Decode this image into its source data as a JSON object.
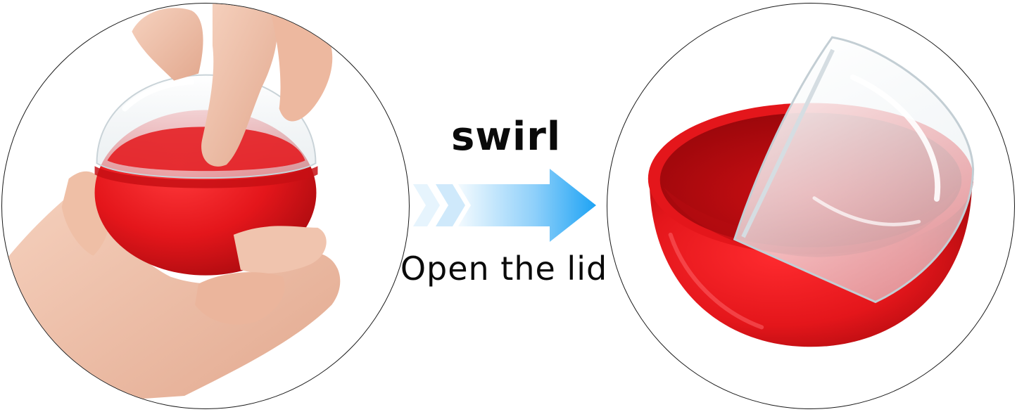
{
  "captions": {
    "top": "swirl",
    "bottom": "Open the lid"
  },
  "photos": {
    "left": {
      "subject": "hand-holding-closed-red-capsule-ball"
    },
    "right": {
      "subject": "open-red-capsule-ball-with-clear-lid"
    }
  },
  "arrow": {
    "direction": "right",
    "icon": "right-arrow-icon"
  },
  "colors": {
    "capsule_red": "#e4161b",
    "capsule_red_dark": "#b30c10",
    "lid_clear": "#eef3f6",
    "skin": "#f0c4ae",
    "arrow_light": "#dff1fd",
    "arrow_dark": "#1ea3f4",
    "outline": "#1a1a1a"
  }
}
